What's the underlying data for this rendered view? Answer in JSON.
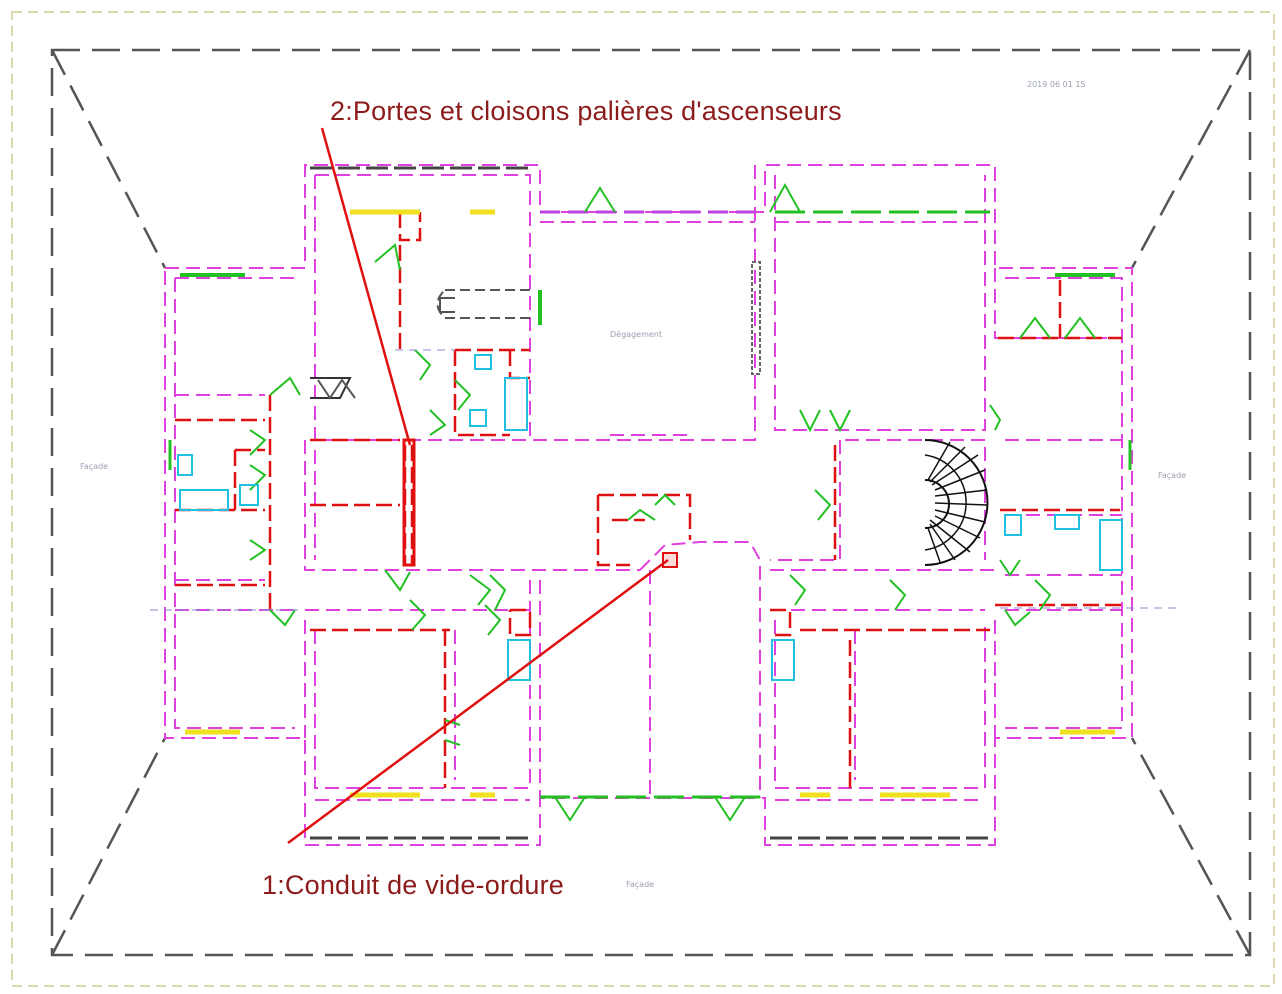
{
  "annotations": {
    "callout_1": "1:Conduit de vide-ordure",
    "callout_2": "2:Portes et cloisons palières d'ascenseurs"
  },
  "plan_labels": {
    "facade_left": "Façade",
    "facade_right": "Façade",
    "facade_bottom": "Façade",
    "date_stamp": "2019 06 01 15",
    "center_room": "Dégagement"
  },
  "colors": {
    "frame_dash": "#d9d6b0",
    "outline_dash": "#555555",
    "wall_magenta": "#e040e0",
    "door_green": "#22c022",
    "partition_red": "#e01010",
    "window_yellow": "#f0e020",
    "fixture_cyan": "#20c0e0",
    "callout_text": "#8c1c1c",
    "leader_line": "#e01010",
    "stair_black": "#111111"
  }
}
